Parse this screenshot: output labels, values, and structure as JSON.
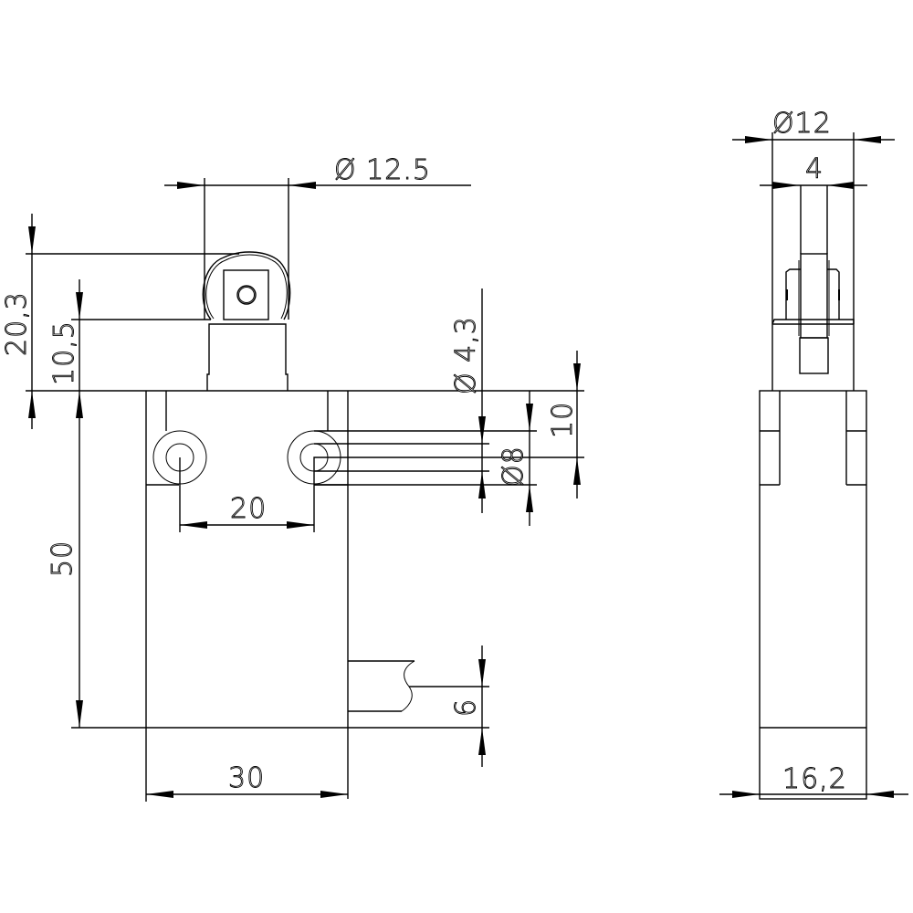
{
  "drawing": {
    "title": "Limit switch with roller lever - dimensional drawing",
    "views": [
      "front-view",
      "side-view"
    ],
    "line_color": "#000000",
    "background": "#ffffff"
  },
  "front_view": {
    "dimensions": {
      "roller_diameter": "Ø 12.5",
      "overall_height_above_body": "20,3",
      "plunger_height": "10,5",
      "mounting_hole_diameter": "Ø 4,3",
      "hole_offset_top": "10",
      "boss_diameter": "Ø8",
      "hole_spacing": "20",
      "body_height": "50",
      "cable_diameter": "6",
      "body_width": "30"
    }
  },
  "side_view": {
    "dimensions": {
      "roller_diameter": "Ø12",
      "roller_width": "4",
      "body_depth": "16,2"
    }
  }
}
